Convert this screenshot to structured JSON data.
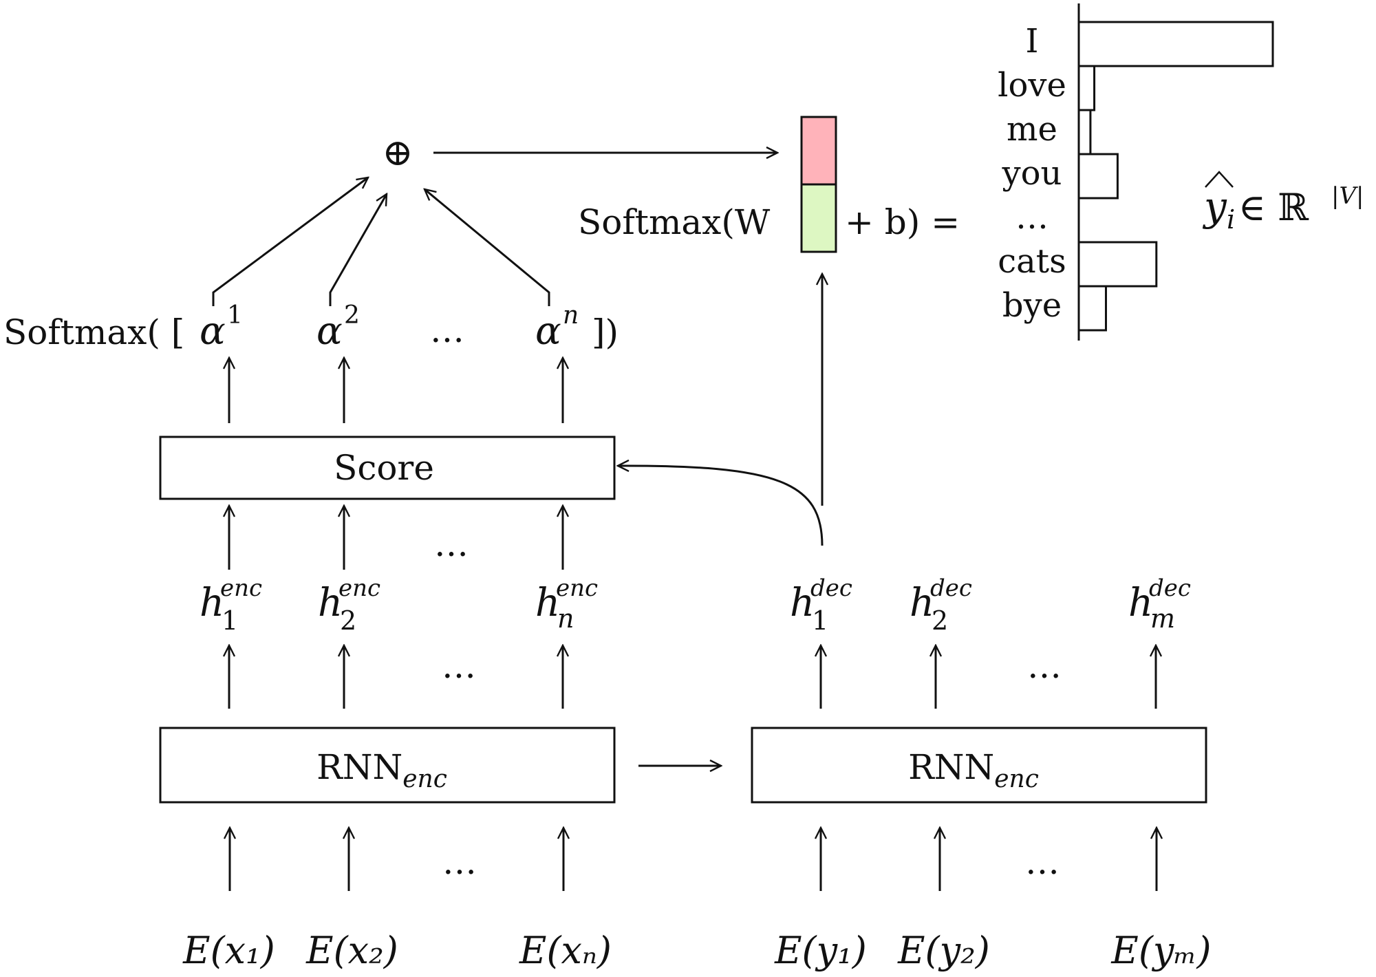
{
  "encoder": {
    "inputs": [
      "E(x₁)",
      "E(x₂)",
      "E(xₙ)"
    ],
    "hidden_main": "h",
    "hidden_sub": [
      "1",
      "2",
      "n"
    ],
    "hidden_sup": "enc",
    "box_main": "RNN",
    "box_sub": "enc",
    "ellipsis": "…"
  },
  "decoder": {
    "inputs": [
      "E(y₁)",
      "E(y₂)",
      "E(yₘ)"
    ],
    "hidden_main": "h",
    "hidden_sub": [
      "1",
      "2",
      "m"
    ],
    "hidden_sup": "dec",
    "box_main": "RNN",
    "box_sub": "enc",
    "ellipsis": "…"
  },
  "score_label": "Score",
  "attention": {
    "prefix": "Softmax( [",
    "alpha": "α",
    "alpha_sup": [
      "1",
      "2",
      "n"
    ],
    "ellipsis": "…",
    "suffix": "])"
  },
  "sum_symbol": "⊕",
  "output": {
    "prefix": "Softmax(W",
    "suffix": "+ b) =",
    "vector_colors": {
      "top": "#ffb3ba",
      "bottom": "#ddf7c2"
    }
  },
  "vocab_words": [
    "I",
    "love",
    "me",
    "you",
    "…",
    "cats",
    "bye"
  ],
  "chart_data": {
    "type": "bar",
    "orientation": "horizontal",
    "categories": [
      "I",
      "love",
      "me",
      "you",
      "…",
      "cats",
      "bye"
    ],
    "values": [
      0.5,
      0.04,
      0.03,
      0.1,
      null,
      0.2,
      0.07
    ],
    "xlim": [
      0,
      0.5
    ]
  },
  "yhat": {
    "symbol": "y",
    "sub": "i",
    "rest": " ∈ ℝ",
    "sup": "|V|"
  }
}
